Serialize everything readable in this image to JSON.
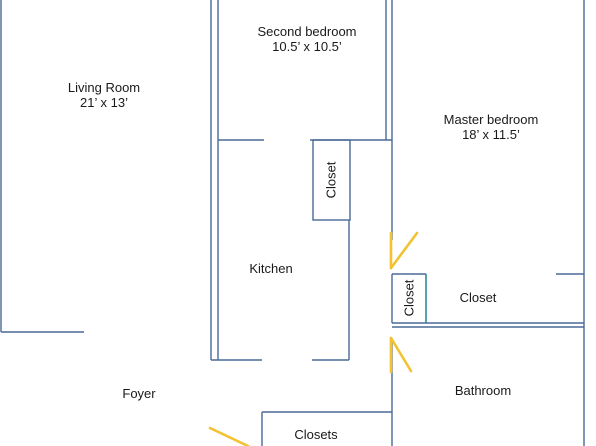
{
  "rooms": {
    "living_room": {
      "name": "Living Room",
      "size": "21’ x 13’"
    },
    "second_bedroom": {
      "name": "Second bedroom",
      "size": "10.5’ x 10.5’"
    },
    "master_bedroom": {
      "name": "Master bedroom",
      "size": "18’ x 11.5’"
    },
    "kitchen": {
      "name": "Kitchen"
    },
    "closet_kitchen": {
      "name": "Closet"
    },
    "closet_small": {
      "name": "Closet"
    },
    "closet_master": {
      "name": "Closet"
    },
    "foyer": {
      "name": "Foyer"
    },
    "bathroom": {
      "name": "Bathroom"
    },
    "closets": {
      "name": "Closets"
    }
  },
  "colors": {
    "wall": "#4a6a96",
    "door_swing": "#f2c230",
    "closet_accent": "#2c8c9a",
    "background": "#ffffff"
  }
}
